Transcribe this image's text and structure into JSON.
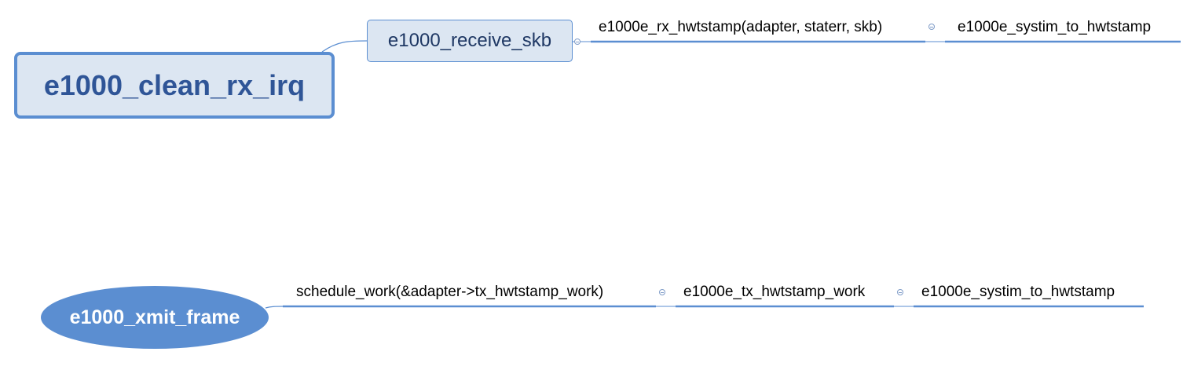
{
  "map_top": {
    "central": "e1000_clean_rx_irq",
    "main_topic": "e1000_receive_skb",
    "subtopics": [
      "e1000e_rx_hwtstamp(adapter, staterr, skb)",
      "e1000e_systim_to_hwtstamp"
    ]
  },
  "map_bottom": {
    "central": "e1000_xmit_frame",
    "subtopics": [
      "schedule_work(&adapter->tx_hwtstamp_work)",
      "e1000e_tx_hwtstamp_work",
      "e1000e_systim_to_hwtstamp"
    ]
  },
  "colors": {
    "accent": "#5b8ed1",
    "topic_fill": "#dce6f2",
    "central_text": "#2f5597"
  }
}
